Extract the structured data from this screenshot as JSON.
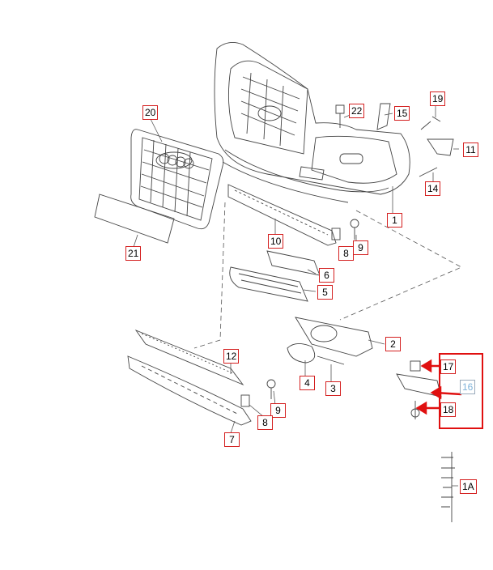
{
  "diagram": {
    "type": "exploded parts diagram",
    "highlight_color": "#e01010",
    "callouts": [
      {
        "id": "c20",
        "label": "20"
      },
      {
        "id": "c22",
        "label": "22"
      },
      {
        "id": "c15",
        "label": "15"
      },
      {
        "id": "c19",
        "label": "19"
      },
      {
        "id": "c11",
        "label": "11"
      },
      {
        "id": "c14",
        "label": "14"
      },
      {
        "id": "c1",
        "label": "1"
      },
      {
        "id": "c21",
        "label": "21"
      },
      {
        "id": "c10",
        "label": "10"
      },
      {
        "id": "c9a",
        "label": "9"
      },
      {
        "id": "c8a",
        "label": "8"
      },
      {
        "id": "c6",
        "label": "6"
      },
      {
        "id": "c5",
        "label": "5"
      },
      {
        "id": "c2",
        "label": "2"
      },
      {
        "id": "c12",
        "label": "12"
      },
      {
        "id": "c4",
        "label": "4"
      },
      {
        "id": "c3",
        "label": "3"
      },
      {
        "id": "c17",
        "label": "17"
      },
      {
        "id": "c16",
        "label": "16"
      },
      {
        "id": "c18",
        "label": "18"
      },
      {
        "id": "c9b",
        "label": "9"
      },
      {
        "id": "c8b",
        "label": "8"
      },
      {
        "id": "c7",
        "label": "7"
      },
      {
        "id": "c1A",
        "label": "1A"
      }
    ]
  }
}
